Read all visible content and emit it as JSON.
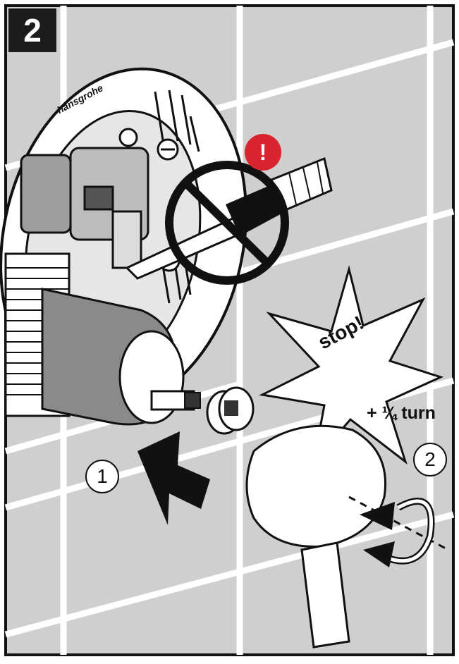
{
  "step": {
    "number": "2"
  },
  "warning": {
    "symbol": "!",
    "color": "#d9232e"
  },
  "labels": {
    "stop": "stop!",
    "turn": "+ ¼ turn",
    "step_1": "1",
    "step_2": "2",
    "brand_logo": "hansgrohe"
  },
  "colors": {
    "tile": "#cfcfcf",
    "grout": "#ffffff",
    "ink": "#111111",
    "cartridge": "#8a8a8a",
    "plate": "#ffffff"
  }
}
